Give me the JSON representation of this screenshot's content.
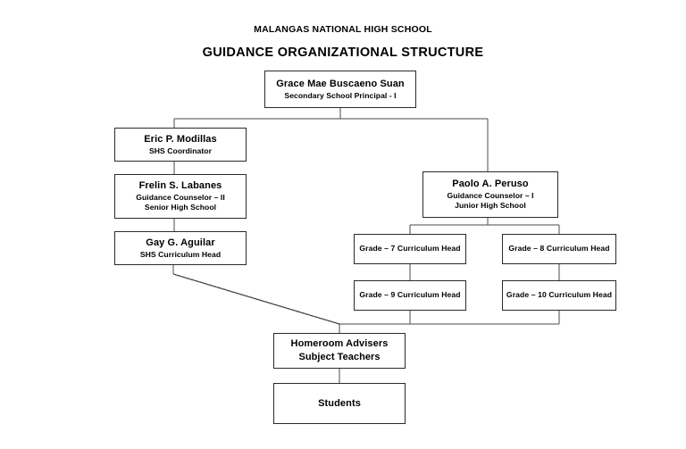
{
  "document": {
    "school_name": "MALANGAS NATIONAL HIGH SCHOOL",
    "chart_title": "GUIDANCE ORGANIZATIONAL STRUCTURE"
  },
  "colors": {
    "background": "#ffffff",
    "box_border": "#2a2a2a",
    "connector": "#4a4a4a",
    "text": "#000000"
  },
  "chart_data": {
    "type": "diagram",
    "title": "GUIDANCE ORGANIZATIONAL STRUCTURE",
    "subtitle": "MALANGAS NATIONAL HIGH SCHOOL",
    "nodes": [
      {
        "id": "principal",
        "line1": "Grace Mae Buscaeno Suan",
        "line2": "Secondary School Principal - I",
        "line3": ""
      },
      {
        "id": "shs-coordinator",
        "line1": "Eric P. Modillas",
        "line2": "SHS Coordinator",
        "line3": ""
      },
      {
        "id": "shs-counselor",
        "line1": "Frelin S. Labanes",
        "line2": "Guidance Counselor – II",
        "line3": "Senior High School"
      },
      {
        "id": "shs-curriculum",
        "line1": "Gay G. Aguilar",
        "line2": "SHS Curriculum Head",
        "line3": ""
      },
      {
        "id": "jhs-counselor",
        "line1": "Paolo A. Peruso",
        "line2": "Guidance Counselor – I",
        "line3": "Junior High School"
      },
      {
        "id": "grade7",
        "line1": "Grade – 7 Curriculum Head",
        "line2": "",
        "line3": ""
      },
      {
        "id": "grade8",
        "line1": "Grade – 8 Curriculum Head",
        "line2": "",
        "line3": ""
      },
      {
        "id": "grade9",
        "line1": "Grade – 9 Curriculum Head",
        "line2": "",
        "line3": ""
      },
      {
        "id": "grade10",
        "line1": "Grade – 10 Curriculum Head",
        "line2": "",
        "line3": ""
      },
      {
        "id": "teachers",
        "line1": "Homeroom Advisers",
        "line2": "Subject Teachers",
        "line3": ""
      },
      {
        "id": "students",
        "line1": "Students",
        "line2": "",
        "line3": ""
      }
    ],
    "edges": [
      {
        "from": "principal",
        "to": "shs-coordinator"
      },
      {
        "from": "principal",
        "to": "jhs-counselor"
      },
      {
        "from": "shs-coordinator",
        "to": "shs-counselor"
      },
      {
        "from": "shs-counselor",
        "to": "shs-curriculum"
      },
      {
        "from": "shs-curriculum",
        "to": "teachers"
      },
      {
        "from": "jhs-counselor",
        "to": "grade7"
      },
      {
        "from": "jhs-counselor",
        "to": "grade8"
      },
      {
        "from": "grade7",
        "to": "grade9"
      },
      {
        "from": "grade8",
        "to": "grade10"
      },
      {
        "from": "grade9",
        "to": "teachers"
      },
      {
        "from": "grade10",
        "to": "teachers"
      },
      {
        "from": "teachers",
        "to": "students"
      }
    ]
  }
}
